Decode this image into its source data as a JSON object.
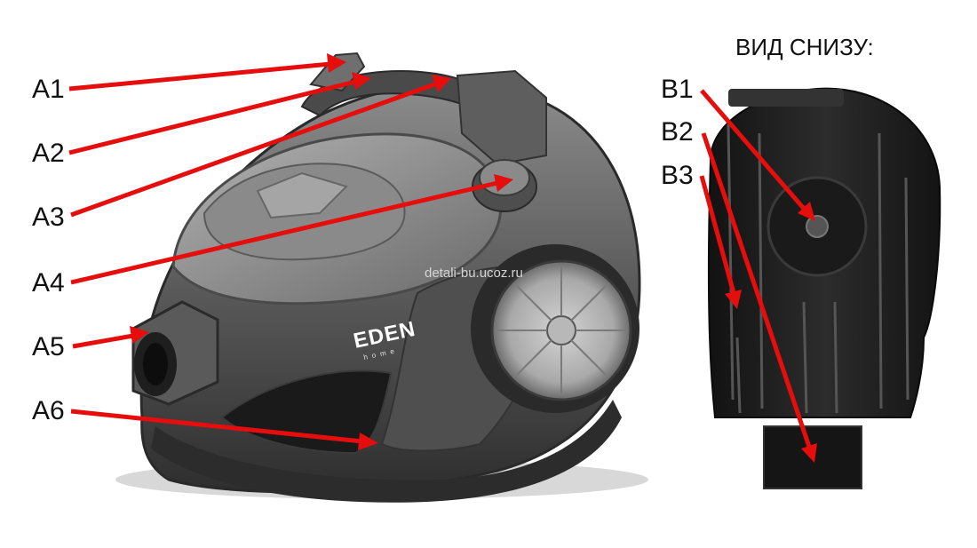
{
  "heading": "ВИД СНИЗУ:",
  "watermark": "detali-bu.ucoz.ru",
  "brand": {
    "name": "EDEN",
    "sub": "home"
  },
  "labels": {
    "A1": "A1",
    "A2": "A2",
    "A3": "A3",
    "A4": "A4",
    "A5": "A5",
    "A6": "A6",
    "B1": "B1",
    "B2": "B2",
    "B3": "B3"
  },
  "colors": {
    "arrow": "#e60d0d",
    "body_dark": "#3a3a3a",
    "body_mid": "#6e6e6e",
    "body_light": "#9a9a9a",
    "underside": "#222222"
  }
}
